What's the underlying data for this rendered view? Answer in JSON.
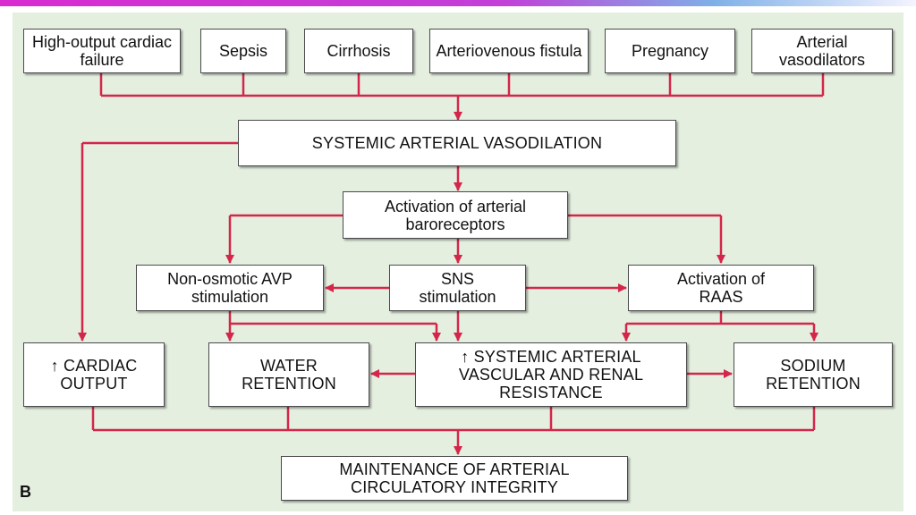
{
  "diagram": {
    "figure_label": "B",
    "causes": [
      "High-output cardiac failure",
      "Sepsis",
      "Cirrhosis",
      "Arteriovenous fistula",
      "Pregnancy",
      "Arterial vasodilators"
    ],
    "vasodilation": "SYSTEMIC ARTERIAL VASODILATION",
    "baroreceptors": "Activation of arterial baroreceptors",
    "avp": "Non-osmotic AVP stimulation",
    "sns": "SNS stimulation",
    "raas": "Activation of RAAS",
    "cardiac_output": "↑ CARDIAC OUTPUT",
    "water_retention": "WATER RETENTION",
    "resistance": "↑ SYSTEMIC ARTERIAL VASCULAR AND RENAL RESISTANCE",
    "sodium_retention": "SODIUM RETENTION",
    "maintenance": "MAINTENANCE OF ARTERIAL CIRCULATORY INTEGRITY"
  },
  "colors": {
    "connector": "#d4264a",
    "panel": "#e4efe0",
    "box_border": "#4a4a4a"
  }
}
